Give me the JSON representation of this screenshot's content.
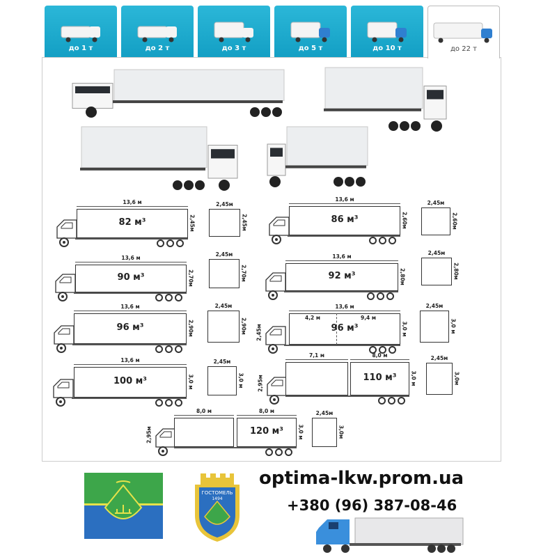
{
  "tabs": [
    {
      "label": "до 1 т",
      "active": false
    },
    {
      "label": "до 2 т",
      "active": false
    },
    {
      "label": "до 3 т",
      "active": false
    },
    {
      "label": "до 5 т",
      "active": false
    },
    {
      "label": "до 10 т",
      "active": false
    },
    {
      "label": "до 22 т",
      "active": true
    }
  ],
  "diagrams": [
    {
      "length": "13,6 м",
      "volume": "82 м³",
      "height": "2,45м",
      "cross_width": "2,45м",
      "cross_height": "2,45м"
    },
    {
      "length": "13,6 м",
      "volume": "86 м³",
      "height": "2,60м",
      "cross_width": "2,45м",
      "cross_height": "2,60м"
    },
    {
      "length": "13,6 м",
      "volume": "90 м³",
      "height": "2,70м",
      "cross_width": "2,45м",
      "cross_height": "2,70м"
    },
    {
      "length": "13,6 м",
      "volume": "92 м³",
      "height": "2,80м",
      "cross_width": "2,45м",
      "cross_height": "2,80м"
    },
    {
      "length": "13,6 м",
      "volume": "96 м³",
      "height": "2,90м",
      "cross_width": "2,45м",
      "cross_height": "2,90м"
    },
    {
      "length": "13,6 м",
      "seg1": "4,2 м",
      "seg2": "9,4 м",
      "volume": "96 м³",
      "height": "3,0 м",
      "cab_height": "2,45м",
      "cross_width": "2,45м",
      "cross_height": "3,0 м"
    },
    {
      "length": "13,6 м",
      "volume": "100 м³",
      "height": "3,0 м",
      "cross_width": "2,45м",
      "cross_height": "3,0 м"
    },
    {
      "seg1": "7,1 м",
      "seg2": "8,0 м",
      "volume": "110 м³",
      "height": "3,0 м",
      "cab_height": "2,95м",
      "cross_width": "2,45м",
      "cross_height": "3,0м"
    },
    {
      "seg1": "8,0 м",
      "seg2": "8,0 м",
      "volume": "120 м³",
      "height": "3,0 м",
      "cab_height": "2,95м",
      "cross_width": "2,45м",
      "cross_height": "3,0м"
    }
  ],
  "footer": {
    "emblem_text": "ГОСТОМЕЛЬ 1494",
    "url": "optima-lkw.prom.ua",
    "phone": "+380 (96) 387-08-46"
  },
  "colors": {
    "tab": "#19a8cc",
    "flag_green": "#3da64a",
    "flag_blue": "#2b6fc0"
  }
}
